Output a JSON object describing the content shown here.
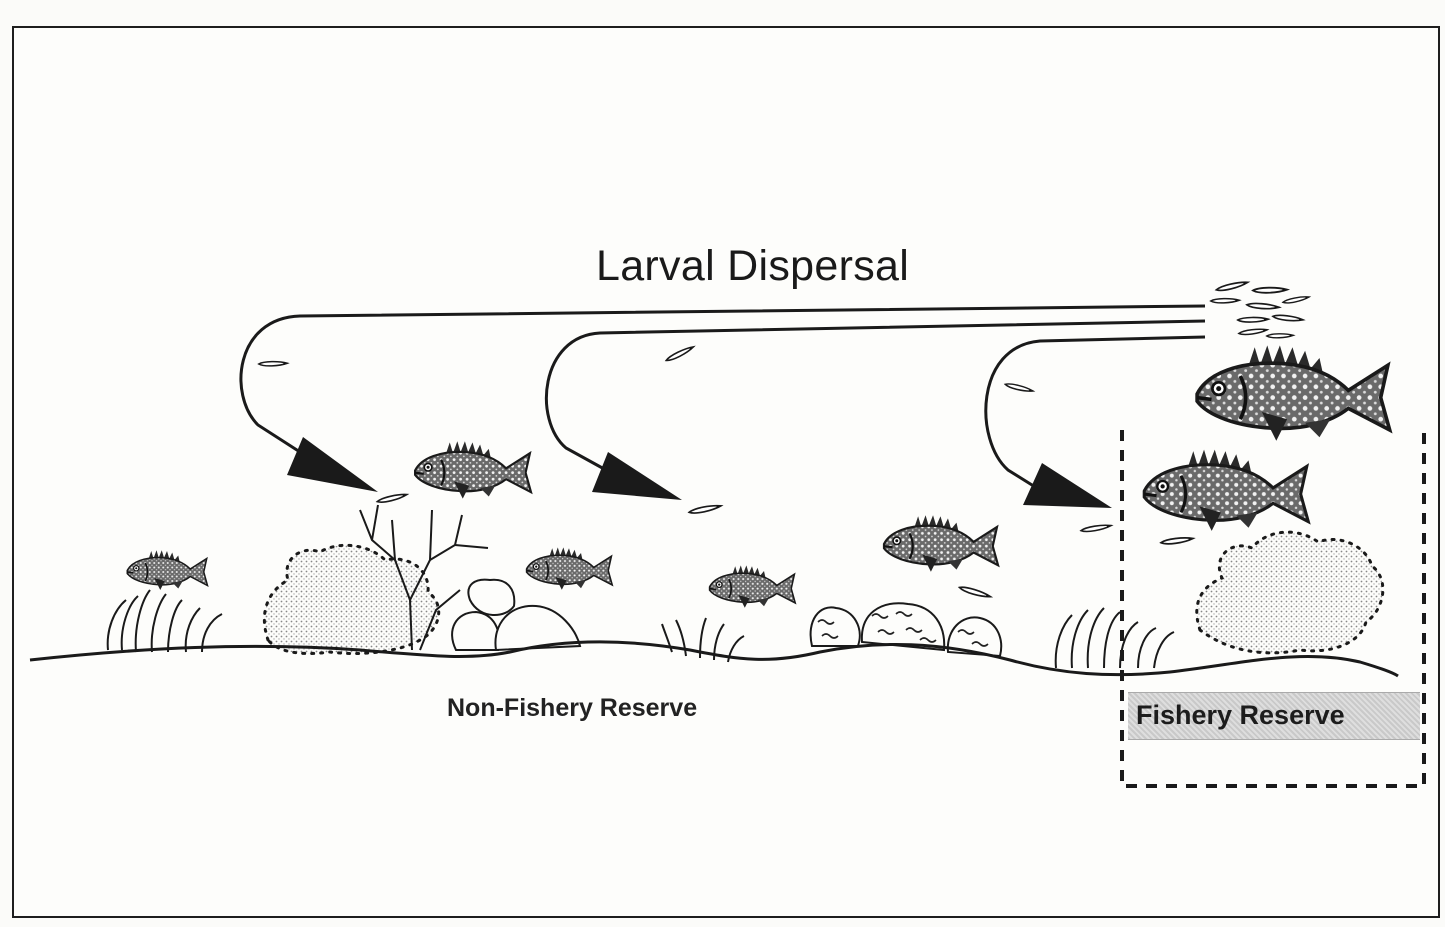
{
  "title": "Larval Dispersal",
  "labels": {
    "non_fishery_reserve": "Non-Fishery Reserve",
    "fishery_reserve": "Fishery Reserve"
  },
  "colors": {
    "ink": "#1a1a1a",
    "background": "#fdfdfb",
    "reserve_band": "#d3d3d3"
  },
  "icons": [
    "fish-icon",
    "larva-icon",
    "arrowhead-icon",
    "coral-icon",
    "rock-icon",
    "seagrass-icon"
  ]
}
